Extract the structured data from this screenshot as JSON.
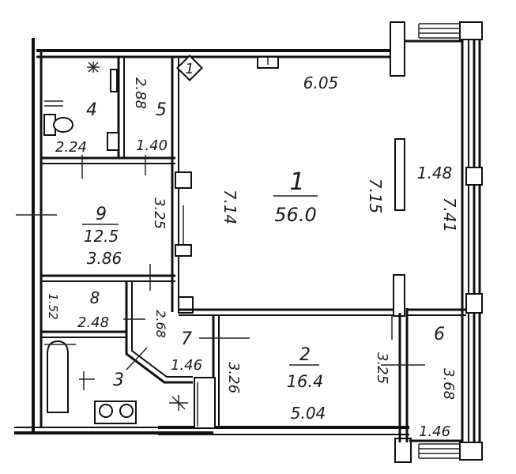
{
  "plan": {
    "marker": "1",
    "rooms": [
      {
        "number": "1",
        "area": "56.0"
      },
      {
        "number": "2",
        "area": "16.4"
      },
      {
        "number": "3"
      },
      {
        "number": "4"
      },
      {
        "number": "5"
      },
      {
        "number": "6"
      },
      {
        "number": "7"
      },
      {
        "number": "8"
      },
      {
        "number": "9",
        "area": "12.5"
      }
    ],
    "dims": {
      "r1_top": "6.05",
      "r1_left": "7.14",
      "r1_right": "7.15",
      "r1_edge": "1.48",
      "r1_far": "7.41",
      "r4_bottom": "2.24",
      "r5_side": "2.88",
      "r5_bottom": "1.40",
      "r9_side": "3.25",
      "r9_bottom": "3.86",
      "r8_side": "1.52",
      "r8_bottom": "2.48",
      "r7_side": "2.68",
      "r7_bottom": "1.46",
      "r2_left": "3.26",
      "r2_right": "3.25",
      "r2_bottom": "5.04",
      "r6_side": "3.68",
      "r6_bottom": "1.46"
    }
  }
}
